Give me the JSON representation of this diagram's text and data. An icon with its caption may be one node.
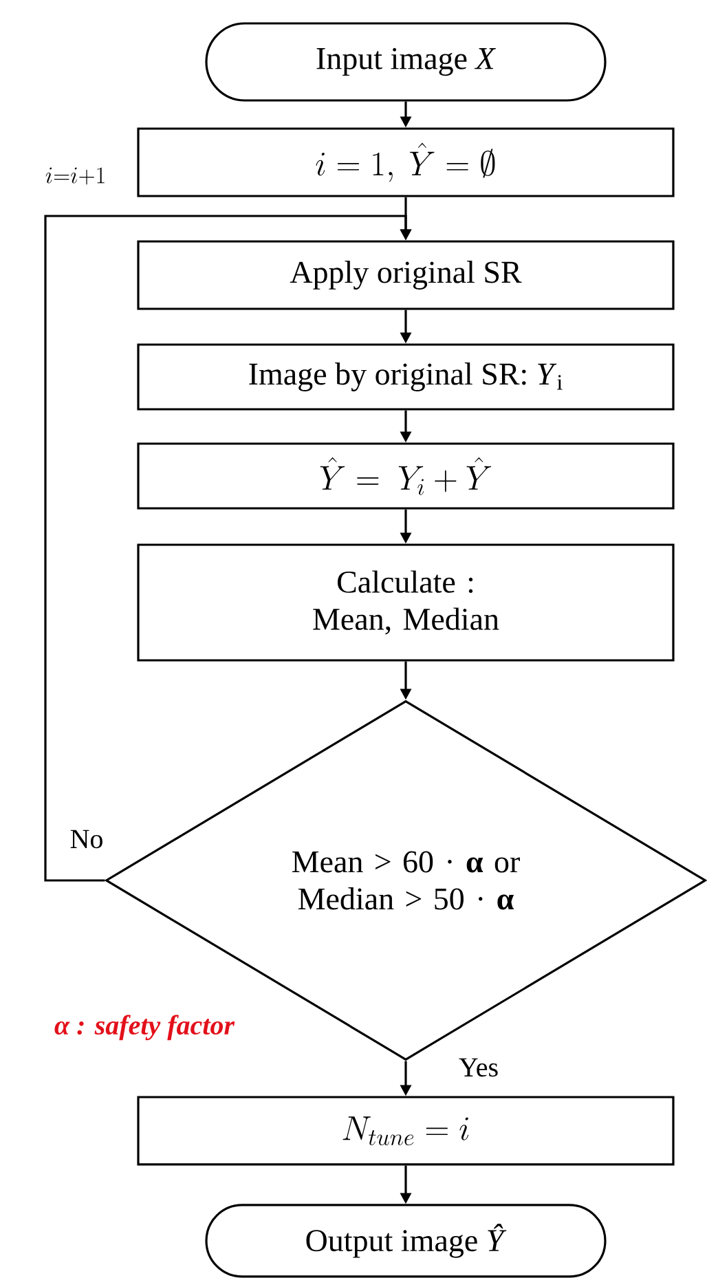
{
  "diagram": {
    "nodes": [
      {
        "text": [
          "Input image *X*"
        ]
      },
      {
        "text": [
          "i = 1,\\ \\hat{Y} = \\emptyset"
        ]
      },
      {
        "text": [
          "Apply original SR"
        ]
      },
      {
        "text": [
          "Image by original SR: *Y*$_{i}$"
        ]
      },
      {
        "text": [
          "\\hat{Y} =\\ Y_i + \\hat{Y}"
        ]
      },
      {
        "text": [
          "Calculate : Mean, Median"
        ]
      },
      {
        "text": [
          "Mean > 60 · **α** or Median > 50 · **α**"
        ]
      },
      {
        "text": [
          "N_{tune} = i"
        ]
      },
      {
        "text": [
          "Output image *Ŷ*"
        ]
      }
    ],
    "edges": [
      {
        "from": 0,
        "to": 1,
        "arrow": "to"
      },
      {
        "from": 1,
        "to": 2,
        "arrow": "to"
      },
      {
        "from": 2,
        "to": 3,
        "arrow": "to"
      },
      {
        "from": 3,
        "to": 4,
        "arrow": "to"
      },
      {
        "from": 4,
        "to": 5,
        "arrow": "to"
      },
      {
        "from": 5,
        "to": 6,
        "arrow": "to"
      },
      {
        "from": 6,
        "to": 7,
        "arrow": "to",
        "label": "Yes"
      },
      {
        "from": 7,
        "to": 8,
        "arrow": "to"
      },
      {
        "from": 6,
        "to": 2,
        "arrow": "to",
        "label": "No"
      }
    ],
    "labels": [
      "i{=}i{+}1",
      "α : safety factor"
    ]
  }
}
